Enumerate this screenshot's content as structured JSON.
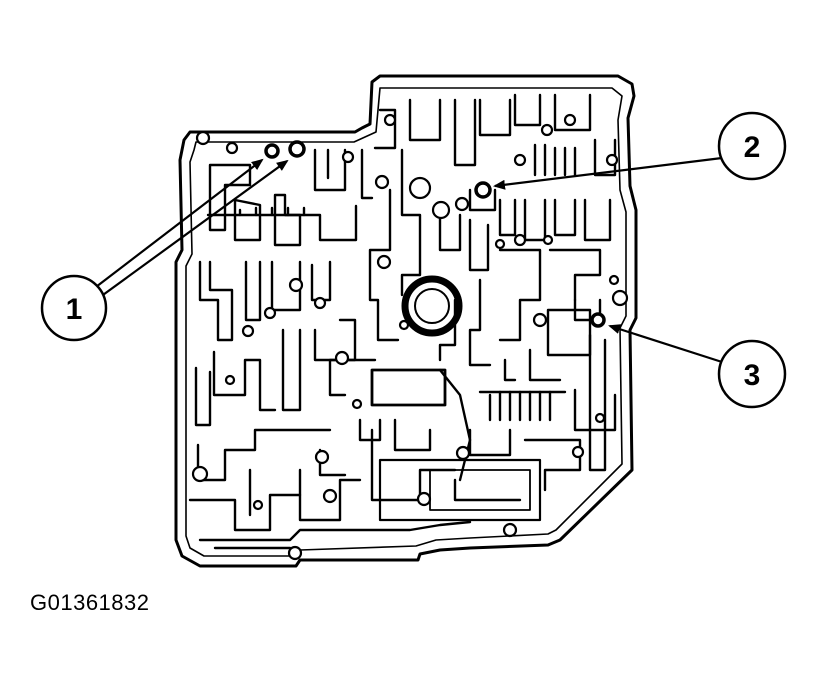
{
  "figure": {
    "id_label": "G01361832",
    "callouts": [
      {
        "label": "1"
      },
      {
        "label": "2"
      },
      {
        "label": "3"
      }
    ],
    "colors": {
      "ink": "#000000",
      "background": "#ffffff"
    }
  }
}
